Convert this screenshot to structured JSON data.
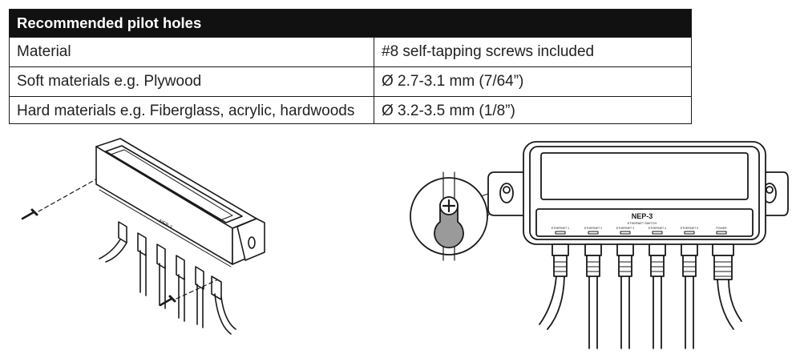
{
  "table": {
    "title": "Recommended pilot holes",
    "rows": [
      {
        "label": "Material",
        "value": "#8 self-tapping screws included"
      },
      {
        "label": "Soft materials e.g. Plywood",
        "value": "Ø 2.7-3.1 mm (7/64”)"
      },
      {
        "label": "Hard materials e.g. Fiberglass, acrylic, hardwoods",
        "value": "Ø 3.2-3.5 mm (1/8”)"
      }
    ]
  },
  "front_view": {
    "model": "NEP-3",
    "subtitle": "ETHERNET SWITCH",
    "port_labels": [
      "ETHERNET 1",
      "ETHERNET 2",
      "ETHERNET 3",
      "ETHERNET 4",
      "ETHERNET 5",
      "POWER"
    ]
  },
  "iso_view": {
    "model": "NEP-3"
  }
}
